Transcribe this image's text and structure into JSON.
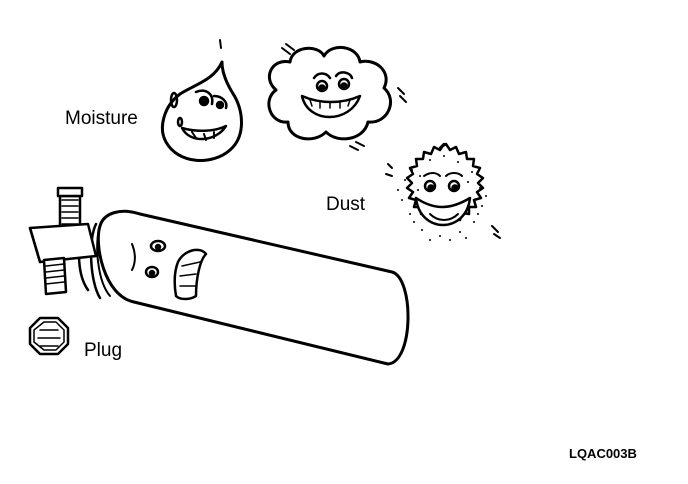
{
  "labels": {
    "moisture": "Moisture",
    "dust": "Dust",
    "plug": "Plug",
    "figure_code": "LQAC003B"
  },
  "colors": {
    "ink": "#000000",
    "paper": "#ffffff"
  },
  "icons": [
    "moisture-drop-character",
    "dust-cloud-character",
    "dust-ball-character",
    "receiver-drier-cylinder-character",
    "plug-cap-icon"
  ]
}
